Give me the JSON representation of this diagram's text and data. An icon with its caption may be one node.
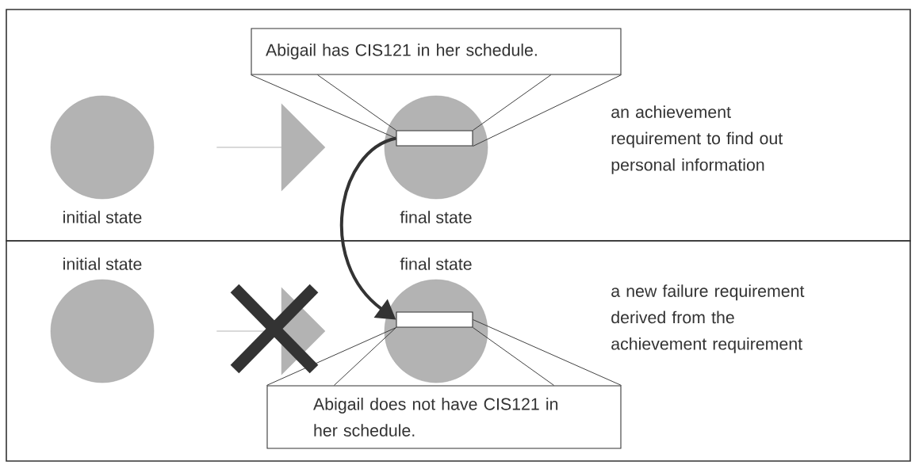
{
  "diagram": {
    "nodes": [
      {
        "text": [
          "an achievement requirement to find out personal information"
        ]
      },
      {
        "text": [],
        "shape": "circle",
        "beside": [
          "initial state"
        ],
        "in": 0
      },
      {
        "text": [],
        "shape": "arrow",
        "in": 0
      },
      {
        "text": [],
        "shape": "circle",
        "beside": [
          "final state"
        ],
        "in": 0
      },
      {
        "text": [],
        "shape": "bar",
        "in": 3
      },
      {
        "text": [
          "Abigail has CIS121 in her schedule."
        ],
        "in": 0
      },
      {
        "text": [
          "a new failure requirement derived from the achievement requirement"
        ]
      },
      {
        "text": [],
        "shape": "circle",
        "beside": [
          "initial state"
        ],
        "in": 6
      },
      {
        "text": [],
        "shape": "arrow",
        "in": 6
      },
      {
        "text": [],
        "shape": "circle",
        "beside": [
          "final state"
        ],
        "in": 6
      },
      {
        "text": [],
        "shape": "bar",
        "in": 9
      },
      {
        "text": [
          "Abigail does not have CIS121 in her schedule."
        ],
        "in": 6
      }
    ],
    "edges": [
      {
        "from": 4,
        "to": 10,
        "arrow": "to",
        "style": "thick"
      },
      {
        "from": 5,
        "to": 4,
        "arrow": "none"
      },
      {
        "from": 5,
        "to": 4,
        "arrow": "none"
      },
      {
        "from": 5,
        "to": 4,
        "arrow": "none"
      },
      {
        "from": 5,
        "to": 4,
        "arrow": "none"
      },
      {
        "from": 11,
        "to": 10,
        "arrow": "none"
      },
      {
        "from": 11,
        "to": 10,
        "arrow": "none"
      },
      {
        "from": 11,
        "to": 10,
        "arrow": "none"
      },
      {
        "from": 11,
        "to": 10,
        "arrow": "none"
      }
    ]
  }
}
